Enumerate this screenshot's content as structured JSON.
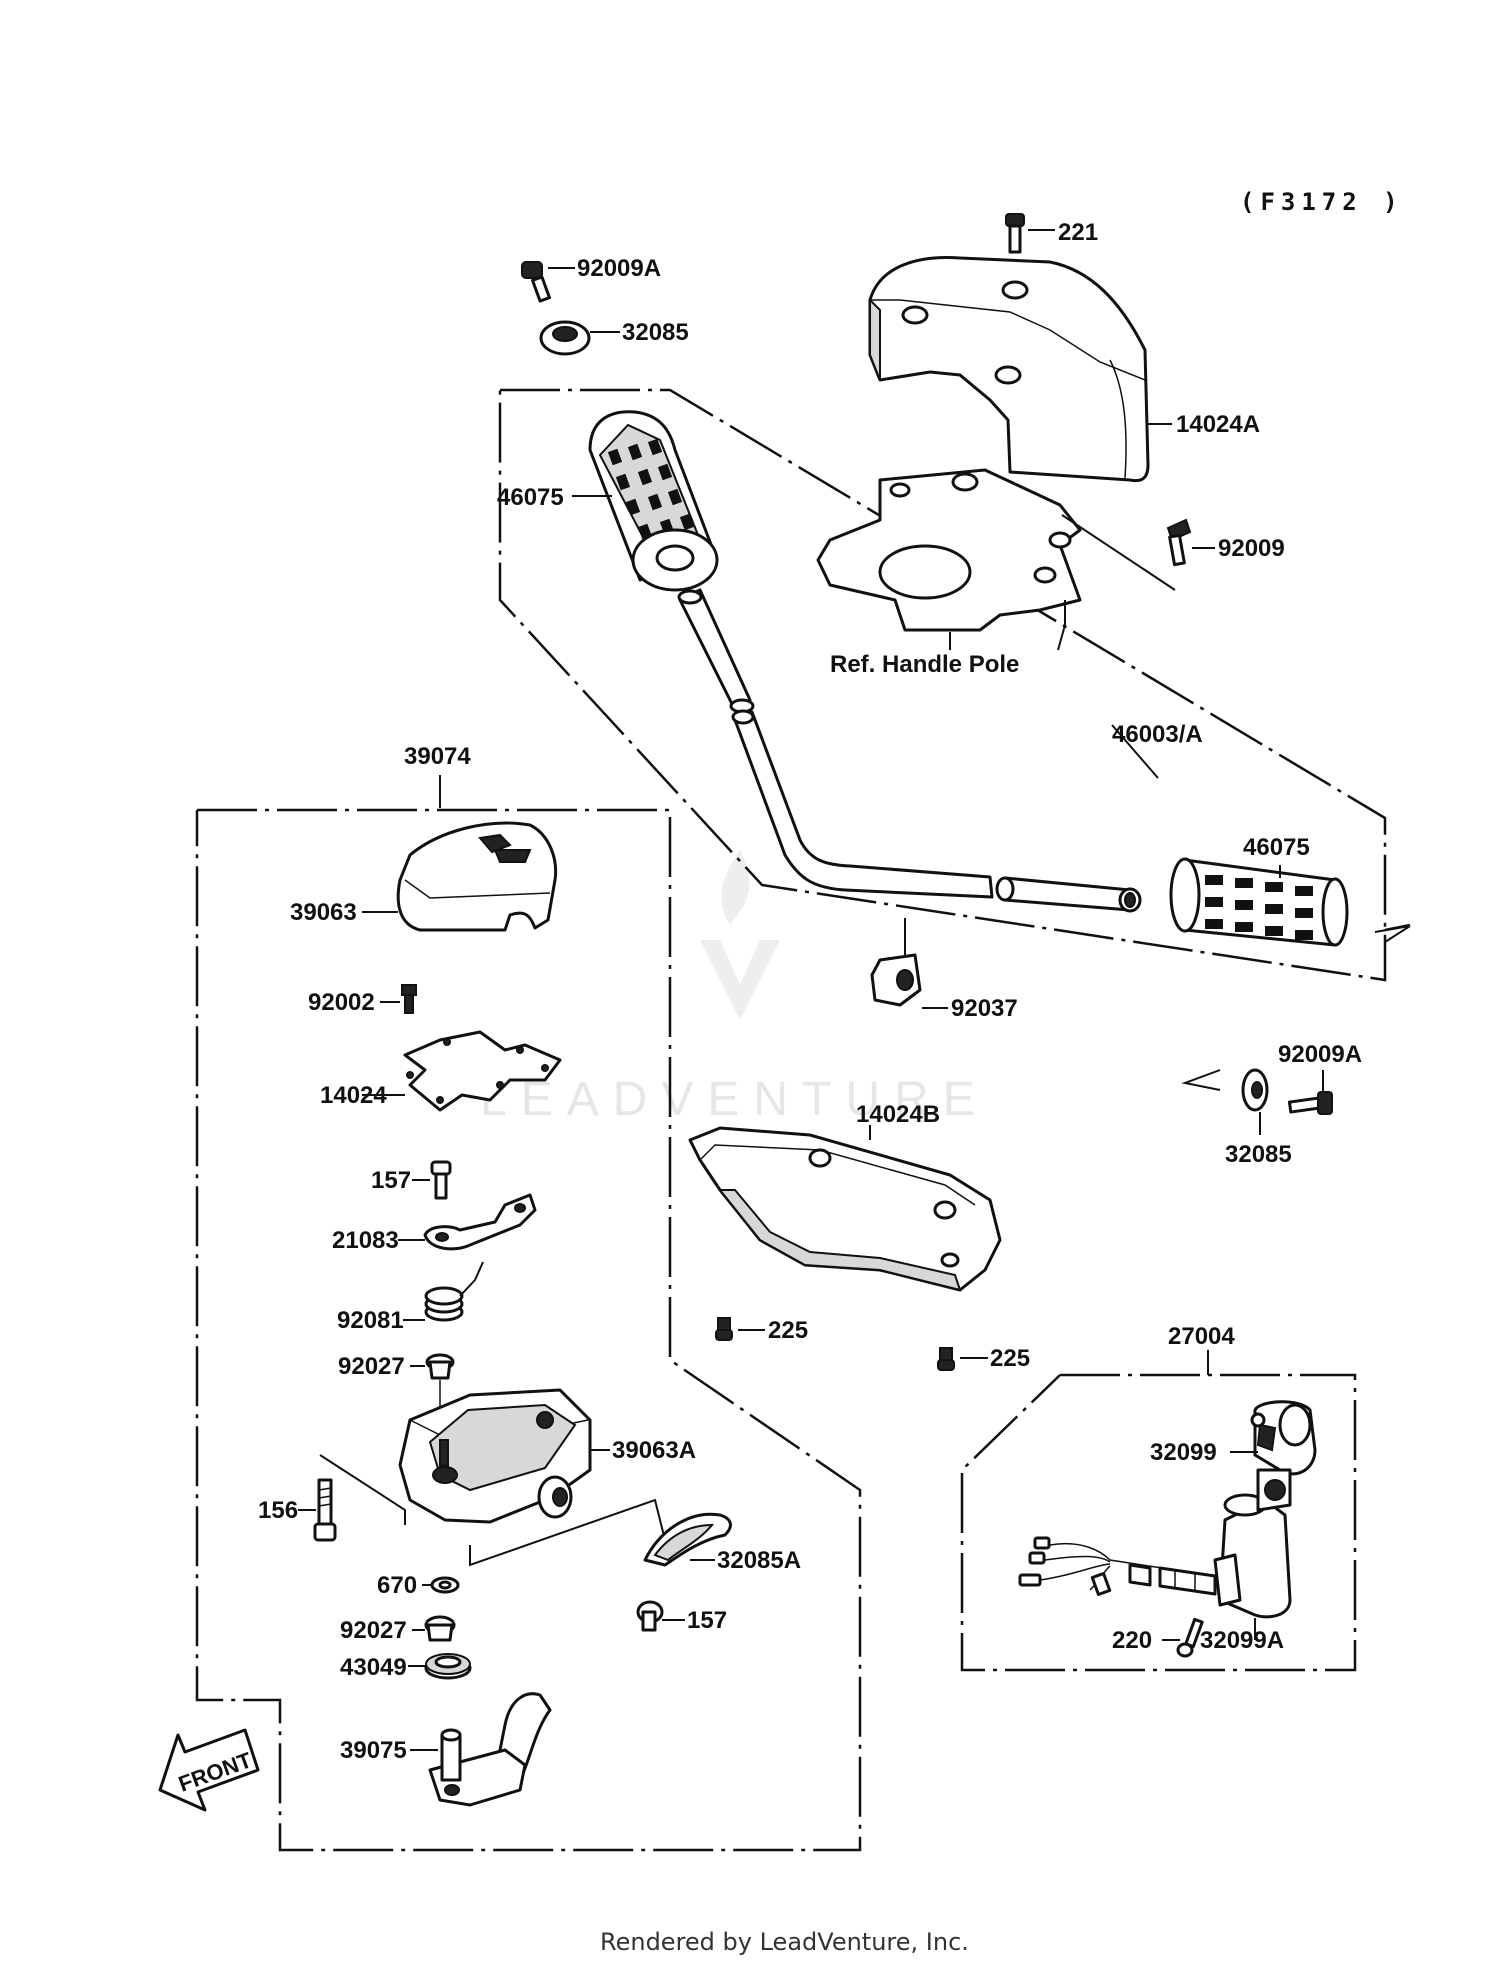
{
  "diagram": {
    "code": "(F3172 )",
    "footer": "Rendered by LeadVenture, Inc.",
    "watermark": "LEADVENTURE",
    "ref_note": "Ref. Handle Pole",
    "colors": {
      "line": "#111111",
      "background": "#ffffff",
      "watermark": "#e6e6e6"
    },
    "labels": {
      "p221": "221",
      "p92009A_top": "92009A",
      "p32085_top": "32085",
      "p14024A": "14024A",
      "p92009": "92009",
      "p46075_left": "46075",
      "p46003A": "46003/A",
      "p39074": "39074",
      "p39063": "39063",
      "p46075_right": "46075",
      "p92037": "92037",
      "p92002": "92002",
      "p14024": "14024",
      "p92009A_right": "92009A",
      "p32085_right": "32085",
      "p14024B": "14024B",
      "p157_top": "157",
      "p21083": "21083",
      "p92081": "92081",
      "p225_a": "225",
      "p225_b": "225",
      "p27004": "27004",
      "p92027_top": "92027",
      "p39063A": "39063A",
      "p32099": "32099",
      "p156": "156",
      "p32085A": "32085A",
      "p670": "670",
      "p157_bottom": "157",
      "p92027_bottom": "92027",
      "p220": "220",
      "p32099A": "32099A",
      "p43049": "43049",
      "p39075": "39075",
      "front": "FRONT"
    }
  }
}
